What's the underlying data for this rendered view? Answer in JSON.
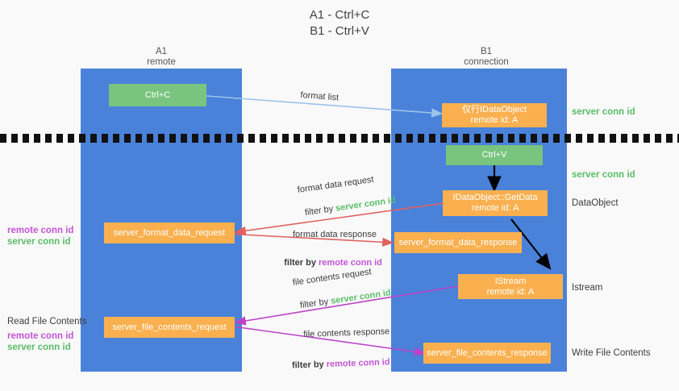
{
  "title": {
    "line1": "A1 - Ctrl+C",
    "line2": "B1 - Ctrl+V"
  },
  "columns": [
    {
      "name": "A1",
      "sub": "remote"
    },
    {
      "name": "B1",
      "sub": "connection"
    }
  ],
  "nodes": {
    "ctrl_c": "Ctrl+C",
    "idataobject_top_line1": "仅行IDataObject",
    "idataobject_top_line2": "remote id: A",
    "ctrl_v": "Ctrl+V",
    "getdata_line1": "IDataObject::GetData",
    "getdata_line2": "remote id: A",
    "server_format_data_request": "server_format_data_request",
    "server_format_data_response": "server_format_data_response",
    "istream_line1": "IStream",
    "istream_line2": "remote id: A",
    "server_file_contents_request": "server_file_contents_request",
    "server_file_contents_response": "server_file_contents_response"
  },
  "right_labels": {
    "server_conn_id_top": "server conn id",
    "server_conn_id_mid": "server conn id",
    "dataobject": "DataObject",
    "istream": "Istream",
    "write_file_contents": "Write File Contents"
  },
  "left_labels": {
    "remote_conn_id_1": "remote conn id",
    "server_conn_id_1": "server conn id",
    "read_file_contents": "Read File Contents",
    "remote_conn_id_2": "remote conn id",
    "server_conn_id_2": "server conn id"
  },
  "edge_labels": {
    "format_list": "format list",
    "format_data_request": "format data request",
    "filter_by": "filter by ",
    "server_conn_id": "server conn id",
    "format_data_response": "format data response",
    "remote_conn_id": "remote conn id",
    "file_contents_request": "file contents request",
    "file_contents_response": "file contents response"
  },
  "colors": {
    "lane": "#4a82da",
    "green_node": "#79c47e",
    "orange_node": "#fbb04f",
    "green_text": "#5bbd68",
    "purple_text": "#c355d6",
    "arrow_blue": "#9cc3ea",
    "arrow_red": "#e2605f",
    "arrow_purple": "#bd42c9",
    "arrow_black": "#000000",
    "background": "#f9f9f9"
  }
}
